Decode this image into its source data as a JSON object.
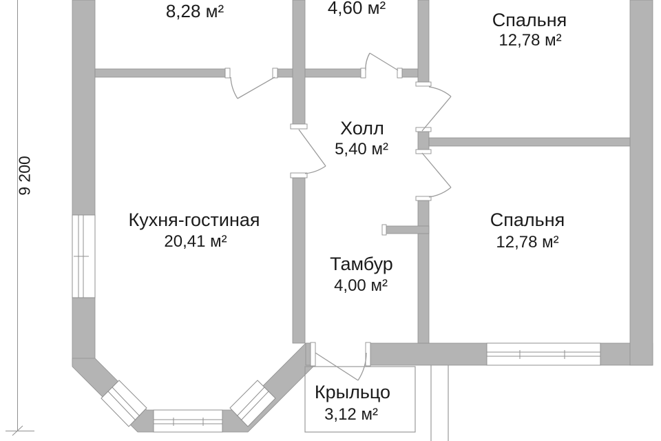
{
  "plan_title": "floor-plan",
  "rooms": {
    "room_top_left": {
      "area": "8,28 м²"
    },
    "room_top_middle": {
      "area": "4,60 м²"
    },
    "bedroom_top": {
      "name": "Спальня",
      "area": "12,78 м²"
    },
    "hall": {
      "name": "Холл",
      "area": "5,40 м²"
    },
    "kitchen": {
      "name": "Кухня-гостиная",
      "area": "20,41 м²"
    },
    "bedroom_bottom": {
      "name": "Спальня",
      "area": "12,78 м²"
    },
    "tambour": {
      "name": "Тамбур",
      "area": "4,00 м²"
    },
    "porch": {
      "name": "Крыльцо",
      "area": "3,12 м²"
    }
  },
  "dimensions": {
    "left_vertical": "9 200"
  },
  "colors": {
    "wall_fill": "#b4b4b4",
    "wall_edge": "#8f8f8f",
    "symbol_line": "#9a9a9a",
    "text": "#1b1b1b",
    "background": "#ffffff"
  }
}
